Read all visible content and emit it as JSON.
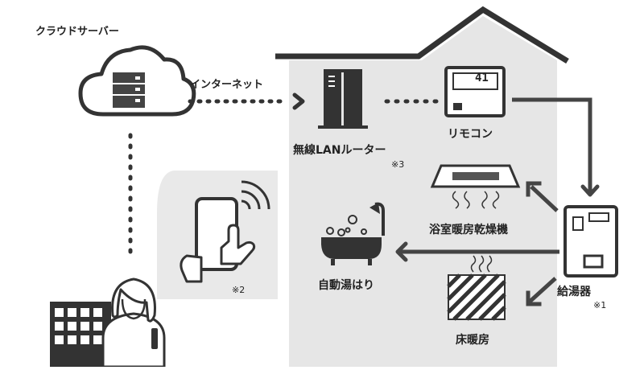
{
  "labels": {
    "cloud_server": "クラウドサーバー",
    "internet": "インターネット",
    "router": "無線LANルーター",
    "router_note": "※3",
    "remote": "リモコン",
    "remote_display": "41",
    "bathroom_dryer": "浴室暖房乾燥機",
    "auto_bath": "自動湯はり",
    "water_heater": "給湯器",
    "water_heater_note": "※1",
    "floor_heating": "床暖房",
    "smartphone_note": "※2"
  },
  "colors": {
    "house_fill": "#e6e6e6",
    "dark": "#333333",
    "panel_fill": "#e9e9e9"
  }
}
